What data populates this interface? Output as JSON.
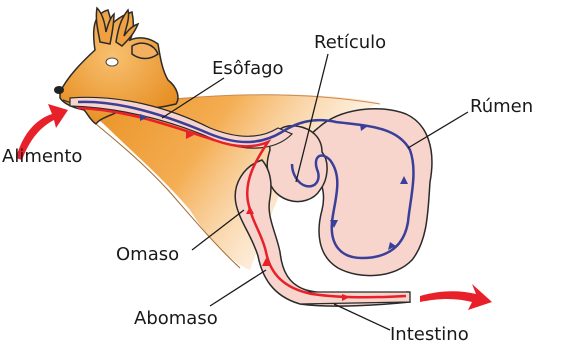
{
  "labels": {
    "esofago": "Esôfago",
    "reticulo": "Retículo",
    "rumen": "Rúmen",
    "alimento": "Alimento",
    "omaso": "Omaso",
    "abomaso": "Abomaso",
    "intestino": "Intestino"
  },
  "colors": {
    "body": "#f2a13a",
    "stomach": "#f7d4cc",
    "path_red": "#e8202a",
    "path_blue": "#3a3f9a",
    "arrow": "#e8202a"
  }
}
